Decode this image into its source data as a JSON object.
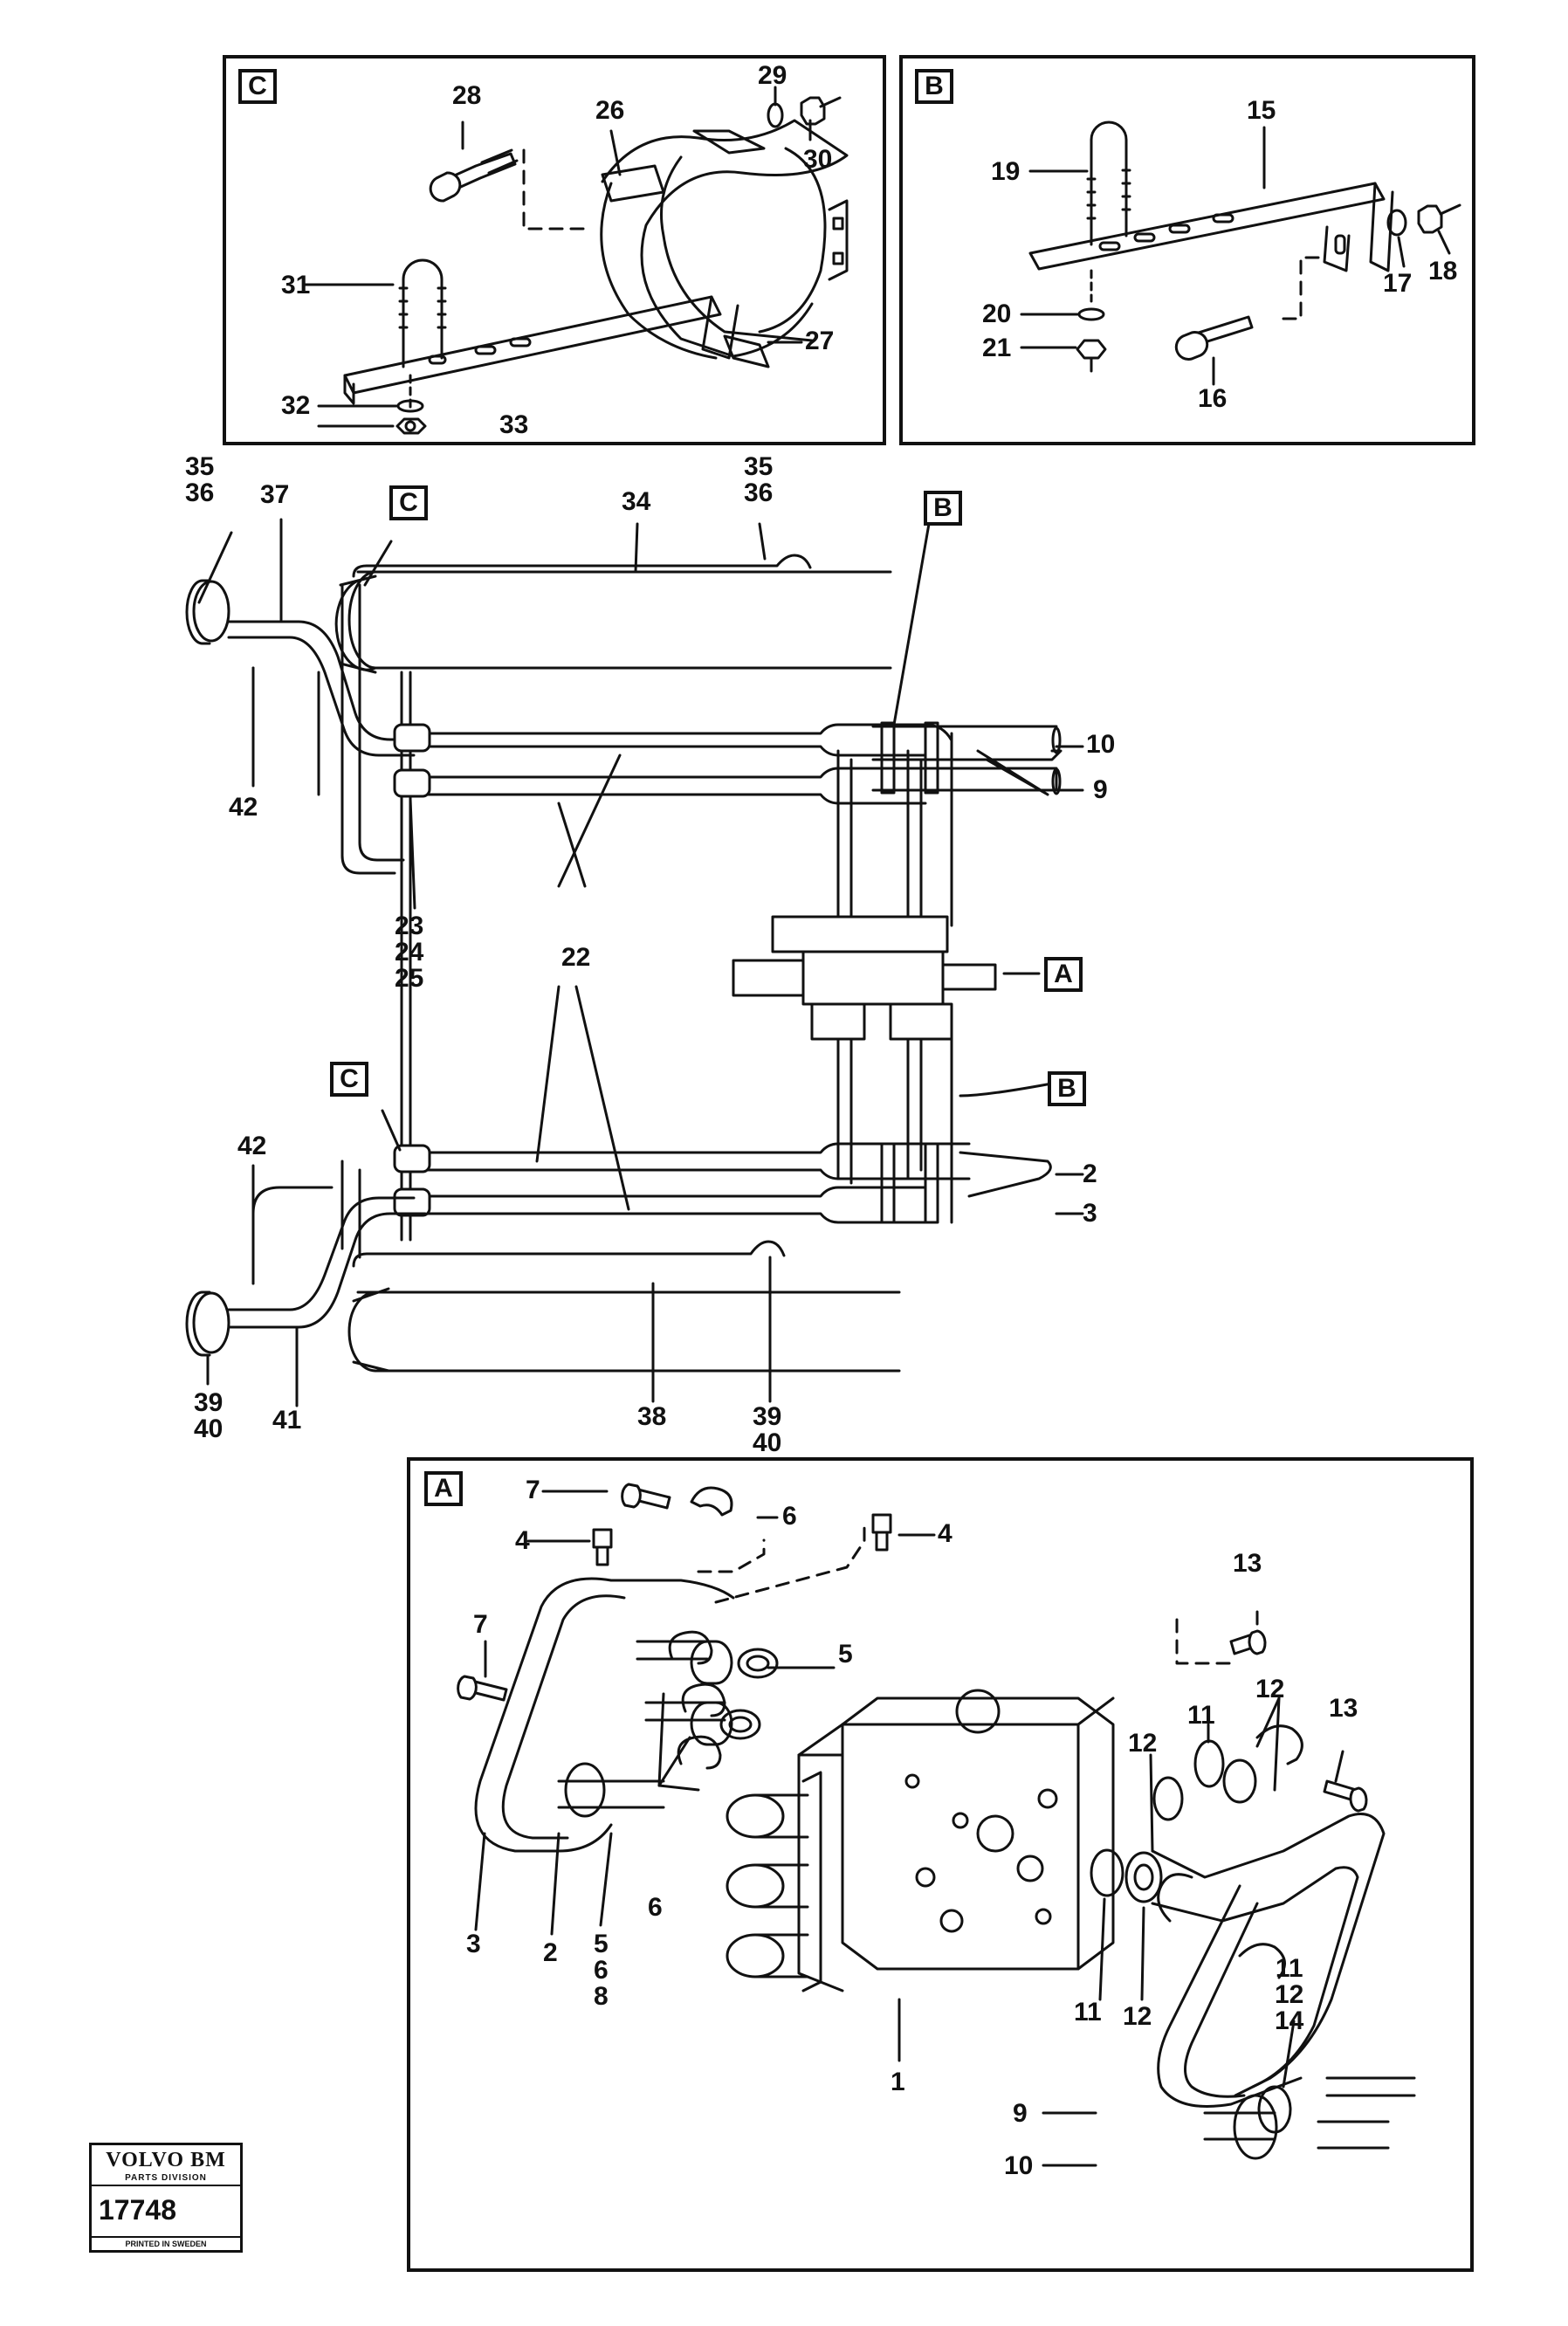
{
  "panels": {
    "C": {
      "tag": "C"
    },
    "B": {
      "tag": "B"
    },
    "A": {
      "tag": "A"
    }
  },
  "cross_refs": {
    "c_top": "C",
    "b_top": "B",
    "a_mid": "A",
    "b_mid": "B",
    "c_bottom": "C"
  },
  "callouts": {
    "c28": "28",
    "c26": "26",
    "c29": "29",
    "c30": "30",
    "c31": "31",
    "c27": "27",
    "c32": "32",
    "c33": "33",
    "b19": "19",
    "b15": "15",
    "b17": "17",
    "b18": "18",
    "b20": "20",
    "b21": "21",
    "b16": "16",
    "m35a": "35\n36",
    "m37": "37",
    "m34": "34",
    "m35b": "35\n36",
    "m42a": "42",
    "m10": "10",
    "m9": "9",
    "m23": "23\n24\n25",
    "m22": "22",
    "m42b": "42",
    "m2": "2",
    "m3": "3",
    "m39a": "39\n40",
    "m41": "41",
    "m38": "38",
    "m39b": "39\n40",
    "a7a": "7",
    "a6a": "6",
    "a4a": "4",
    "a4b": "4",
    "a7b": "7",
    "a5a": "5",
    "a13a": "13",
    "a12a": "12",
    "a11a": "11",
    "a13b": "13",
    "a12b": "12",
    "a3": "3",
    "a2": "2",
    "a568": "5\n6\n8",
    "a6b": "6",
    "a11b": "11",
    "a12c": "12",
    "a1": "1",
    "a111214": "11\n12\n14",
    "a9": "9",
    "a10": "10"
  },
  "logo": {
    "brand": "VOLVO BM",
    "division": "PARTS DIVISION",
    "number": "17748",
    "printed": "PRINTED IN SWEDEN"
  }
}
